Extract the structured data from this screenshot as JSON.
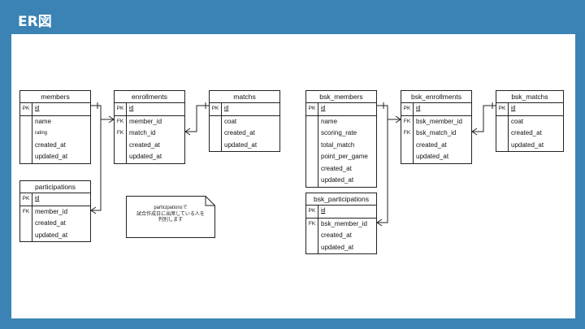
{
  "slide": {
    "title": "ER図"
  },
  "tables": {
    "members": {
      "name": "members",
      "pk": {
        "key": "PK",
        "field": "id"
      },
      "fields": [
        {
          "key": "",
          "field": "name"
        },
        {
          "key": "",
          "field": "rating"
        },
        {
          "key": "",
          "field": "created_at"
        },
        {
          "key": "",
          "field": "updated_at"
        }
      ]
    },
    "enrollments": {
      "name": "enrollments",
      "pk": {
        "key": "PK",
        "field": "id"
      },
      "fields": [
        {
          "key": "FK",
          "field": "member_id"
        },
        {
          "key": "FK",
          "field": "match_id"
        },
        {
          "key": "",
          "field": "created_at"
        },
        {
          "key": "",
          "field": "updated_at"
        }
      ]
    },
    "matchs": {
      "name": "matchs",
      "pk": {
        "key": "PK",
        "field": "id"
      },
      "fields": [
        {
          "key": "",
          "field": "coat"
        },
        {
          "key": "",
          "field": "created_at"
        },
        {
          "key": "",
          "field": "updated_at"
        }
      ]
    },
    "participations": {
      "name": "participations",
      "pk": {
        "key": "PK",
        "field": "id"
      },
      "fields": [
        {
          "key": "FK",
          "field": "member_id"
        },
        {
          "key": "",
          "field": "created_at"
        },
        {
          "key": "",
          "field": "updated_at"
        }
      ]
    },
    "bsk_members": {
      "name": "bsk_members",
      "pk": {
        "key": "PK",
        "field": "id"
      },
      "fields": [
        {
          "key": "",
          "field": "name"
        },
        {
          "key": "",
          "field": "scoring_rate"
        },
        {
          "key": "",
          "field": "total_match"
        },
        {
          "key": "",
          "field": "point_per_game"
        },
        {
          "key": "",
          "field": "created_at"
        },
        {
          "key": "",
          "field": "updated_at"
        }
      ]
    },
    "bsk_enrollments": {
      "name": "bsk_enrollments",
      "pk": {
        "key": "PK",
        "field": "id"
      },
      "fields": [
        {
          "key": "FK",
          "field": "bsk_member_id"
        },
        {
          "key": "FK",
          "field": "bsk_match_id"
        },
        {
          "key": "",
          "field": "created_at"
        },
        {
          "key": "",
          "field": "updated_at"
        }
      ]
    },
    "bsk_matchs": {
      "name": "bsk_matchs",
      "pk": {
        "key": "PK",
        "field": "id"
      },
      "fields": [
        {
          "key": "",
          "field": "coat"
        },
        {
          "key": "",
          "field": "created_at"
        },
        {
          "key": "",
          "field": "updated_at"
        }
      ]
    },
    "bsk_participations": {
      "name": "bsk_participations",
      "pk": {
        "key": "PK",
        "field": "id"
      },
      "fields": [
        {
          "key": "FK",
          "field": "bsk_member_id"
        },
        {
          "key": "",
          "field": "created_at"
        },
        {
          "key": "",
          "field": "updated_at"
        }
      ]
    }
  },
  "note": {
    "text": "participationsで\n試合作成日に出席している人を\n判別します"
  }
}
